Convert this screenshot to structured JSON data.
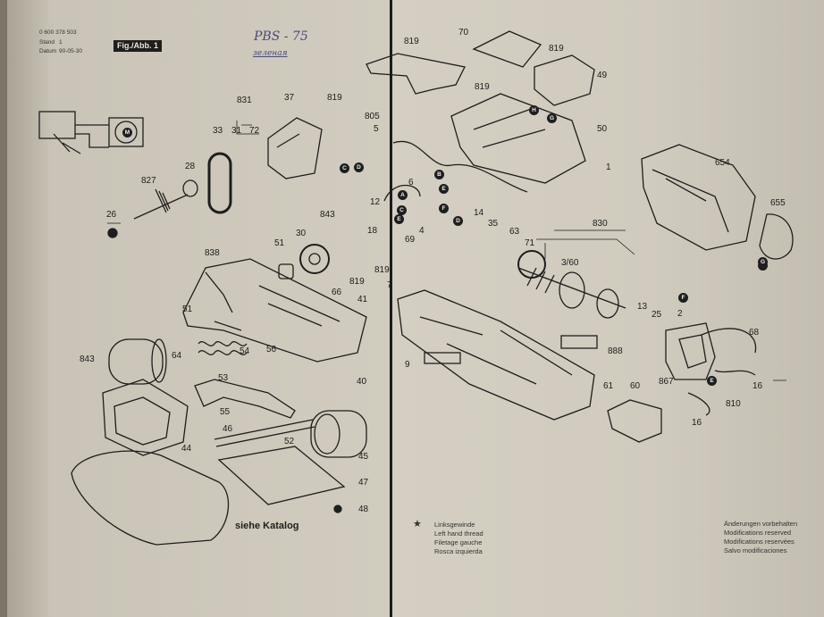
{
  "sheet": {
    "part_number": "0 600 378 503",
    "stand_label": "Stand",
    "stand_value": "1",
    "datum_label": "Datum",
    "datum_value": "90-05-30",
    "figure_badge": "Fig./Abb. 1",
    "handwritten_model": "PBS - 75",
    "handwritten_note": "зеленая"
  },
  "part_labels": [
    "819",
    "70",
    "819",
    "49",
    "819",
    "H",
    "G",
    "50",
    "1",
    "831",
    "37",
    "819",
    "805",
    "5",
    "33",
    "31",
    "72",
    "M",
    "C",
    "D",
    "B",
    "6",
    "28",
    "827",
    "E",
    "A",
    "F",
    "D",
    "C",
    "E",
    "12",
    "4",
    "69",
    "18",
    "843",
    "26",
    "14",
    "35",
    "63",
    "71",
    "830",
    "3/60",
    "654",
    "655",
    "G",
    "838",
    "51",
    "30",
    "819",
    "7",
    "66",
    "41",
    "51",
    "F",
    "13",
    "25",
    "2",
    "68",
    "64",
    "54",
    "56",
    "888",
    "9",
    "843",
    "53",
    "40",
    "61",
    "60",
    "867",
    "E",
    "16",
    "810",
    "16",
    "55",
    "46",
    "52",
    "45",
    "44",
    "47",
    "48",
    "G",
    "819"
  ],
  "catalog_note": "siehe Katalog",
  "legend": {
    "symbol": "★",
    "lines": [
      "Linksgewinde",
      "Left hand thread",
      "Filetage gauche",
      "Rosca izquierda"
    ]
  },
  "modifications": {
    "lines": [
      "Änderungen vorbehalten",
      "Modifications reserved",
      "Modifications reservées",
      "Salvo modificaciones"
    ]
  },
  "colors": {
    "ink": "#1e1e1e",
    "paper": "#d0cbbe",
    "background": "#7c7466",
    "pencil": "#4b4a7a"
  }
}
